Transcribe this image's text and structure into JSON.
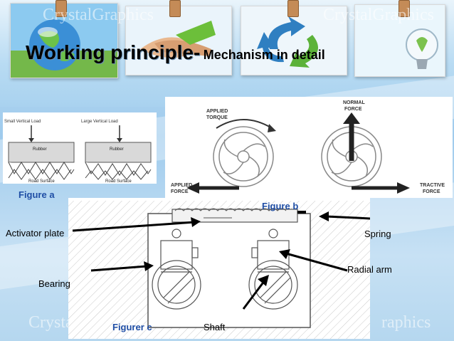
{
  "title": {
    "main": "Working principle-",
    "sub": "Mechanism in detail"
  },
  "watermarks": [
    "CrystalGraphics",
    "CrystalGraphics",
    "Crystal",
    "raphics"
  ],
  "figure_a": {
    "label": "Figure a",
    "left": {
      "load": "Small Vertical Load",
      "rubber": "Rubber",
      "road": "Road Surface"
    },
    "right": {
      "load": "Large Vertical Load",
      "rubber": "Rubber",
      "road": "Road Surface"
    }
  },
  "figure_b": {
    "label": "Figure b",
    "applied_torque": [
      "APPLIED",
      "TORQUE"
    ],
    "normal_force": [
      "NORMAL",
      "FORCE"
    ],
    "applied_force": [
      "APPLIED",
      "FORCE"
    ],
    "tractive_force": [
      "TRACTIVE",
      "FORCE"
    ]
  },
  "figure_c": {
    "label": "Figurer c",
    "activator_plate": "Activator plate",
    "spring": "Spring",
    "radial_arm": "Radial arm",
    "bearing": "Bearing",
    "shaft": "Shaft"
  },
  "colors": {
    "figure_label": "#1f4ea5",
    "sky": "#a9d2ef"
  },
  "icons": [
    "globe-icon",
    "handshake-icon",
    "recycle-icon",
    "lightbulb-icon",
    "clothes-pin-icon"
  ]
}
